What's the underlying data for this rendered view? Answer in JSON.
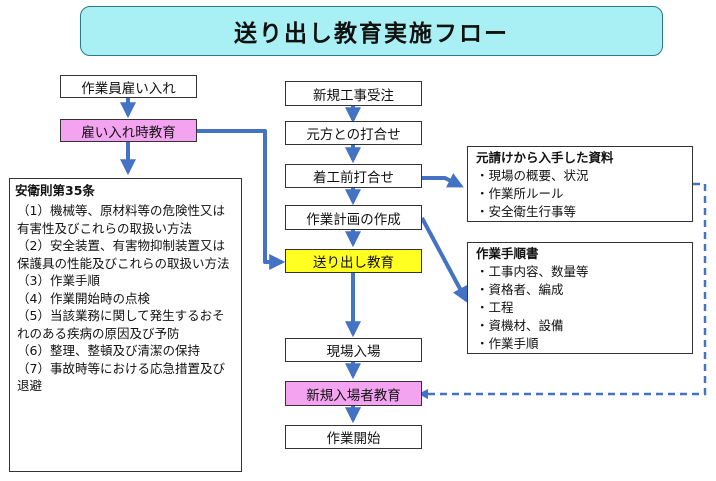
{
  "title": "送り出し教育実施フロー",
  "left_flow": {
    "hire": "作業員雇い入れ",
    "hire_education": "雇い入れ時教育"
  },
  "main_flow": {
    "new_order": "新規工事受注",
    "prime_meeting": "元方との打合せ",
    "pre_start_meeting": "着工前打合せ",
    "work_plan": "作業計画の作成",
    "dispatch_education": "送り出し教育",
    "site_entry": "現場入場",
    "newcomer_education": "新規入場者教育",
    "work_start": "作業開始"
  },
  "law_panel": {
    "heading": "安衛則第35条",
    "items": [
      "（1）機械等、原材料等の危険性又は有害性及びこれらの取扱い方法",
      "（2）安全装置、有害物抑制装置又は保護具の性能及びこれらの取扱い方法",
      "（3）作業手順",
      "（4）作業開始時の点検",
      "（5）当該業務に関して発生するおそれのある疾病の原因及び予防",
      "（6）整理、整頓及び清潔の保持",
      "（7）事故時等における応急措置及び退避"
    ]
  },
  "resources_panel": {
    "heading": "元請けから入手した資料",
    "items": [
      "・現場の概要、状況",
      "・作業所ルール",
      "・安全衛生行事等"
    ]
  },
  "procedure_panel": {
    "heading": "作業手順書",
    "items": [
      "・工事内容、数量等",
      "・資格者、編成",
      "・工程",
      "・資機材、設備",
      "・作業手順"
    ]
  },
  "colors": {
    "arrow": "#4472c4",
    "title_bg": "#a9f0f4",
    "highlight_pink": "#f4a3f1",
    "highlight_yellow": "#ffff22"
  }
}
